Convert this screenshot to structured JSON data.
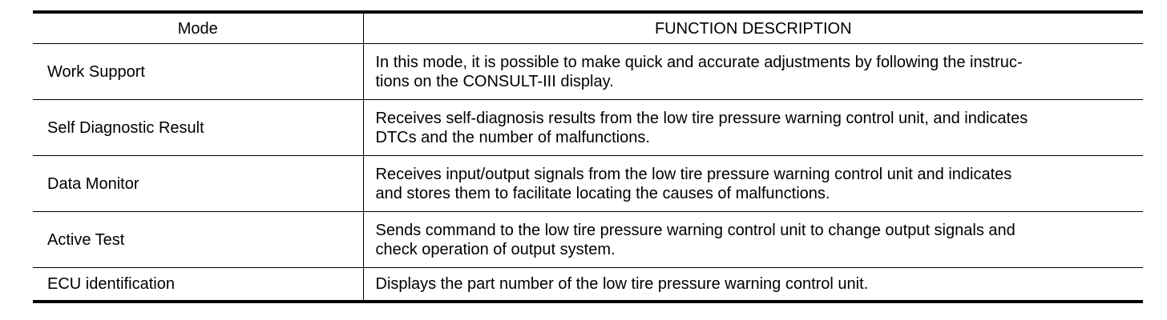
{
  "table": {
    "headers": {
      "mode": "Mode",
      "description": "FUNCTION DESCRIPTION"
    },
    "rows": [
      {
        "mode": "Work Support",
        "line1": "In this mode, it is possible to make quick and accurate adjustments by following the instruc-",
        "line2": "tions on the CONSULT-III display."
      },
      {
        "mode": "Self Diagnostic Result",
        "line1": "Receives self-diagnosis results from the low tire pressure warning control unit, and indicates",
        "line2": "DTCs and the number of malfunctions."
      },
      {
        "mode": "Data Monitor",
        "line1": "Receives input/output signals from the low tire pressure warning control unit and indicates",
        "line2": "and stores them to facilitate locating the causes of malfunctions."
      },
      {
        "mode": "Active Test",
        "line1": "Sends command to the low tire pressure warning control unit to change output signals and",
        "line2": "check operation of output system."
      },
      {
        "mode": "ECU identification",
        "line1": "Displays the part number of the low tire pressure warning control unit."
      }
    ]
  }
}
